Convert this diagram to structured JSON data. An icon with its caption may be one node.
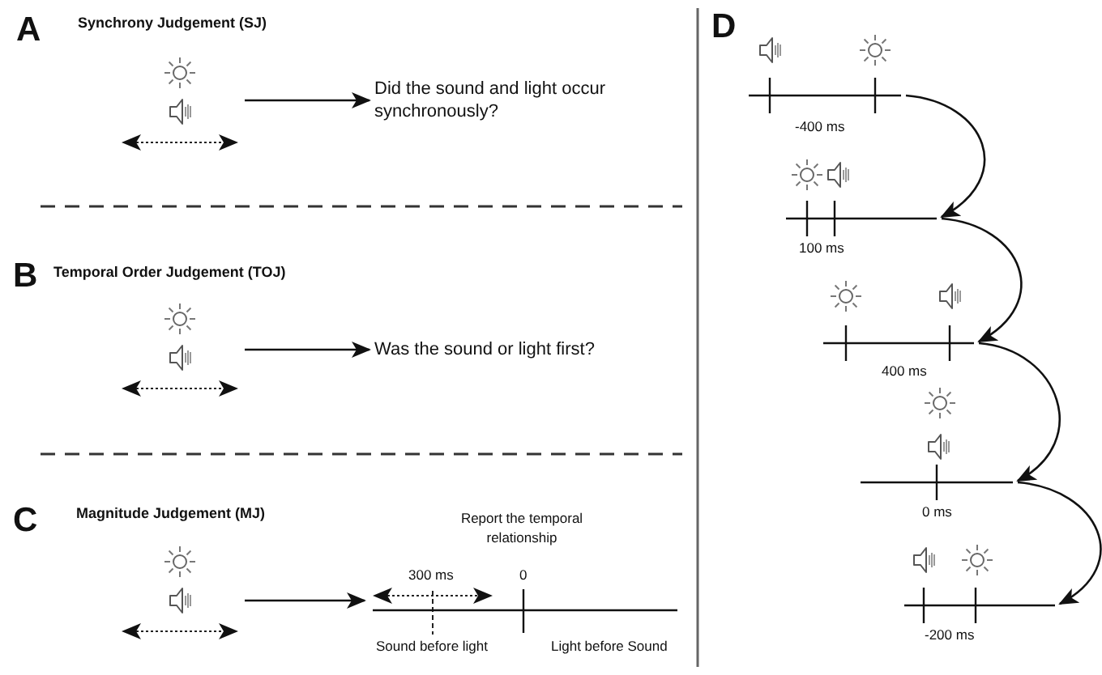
{
  "diagram": {
    "nodes": [
      {
        "text": [],
        "shape": "picture"
      },
      {
        "text": [
          "Did the sound and light occur synchronously?"
        ]
      },
      {
        "text": [],
        "shape": "picture"
      },
      {
        "text": [
          "Was the sound or light first?"
        ]
      },
      {
        "text": [],
        "shape": "picture"
      },
      {
        "text": [
          "Report the temporal relationship",
          "300 ms",
          "0",
          "Sound before light",
          "Light before Sound"
        ]
      },
      {
        "text": [
          "-400 ms"
        ]
      },
      {
        "text": [
          "100 ms"
        ]
      },
      {
        "text": [
          "400 ms"
        ]
      },
      {
        "text": [
          "0 ms"
        ]
      },
      {
        "text": [
          "-200 ms"
        ]
      }
    ],
    "edges": [
      {
        "from": 0,
        "to": 1,
        "arrow": "to"
      },
      {
        "from": 2,
        "to": 3,
        "arrow": "to"
      },
      {
        "from": 4,
        "to": 5,
        "arrow": "to"
      },
      {
        "from": 6,
        "to": 7,
        "arrow": "to"
      },
      {
        "from": 7,
        "to": 8,
        "arrow": "to"
      },
      {
        "from": 8,
        "to": 9,
        "arrow": "to"
      },
      {
        "from": 9,
        "to": 10,
        "arrow": "to"
      }
    ],
    "labels": [
      "A",
      "Synchrony Judgement (SJ)",
      "B",
      "Temporal Order Judgement (TOJ)",
      "C",
      "Magnitude Judgement (MJ)",
      "D"
    ]
  }
}
